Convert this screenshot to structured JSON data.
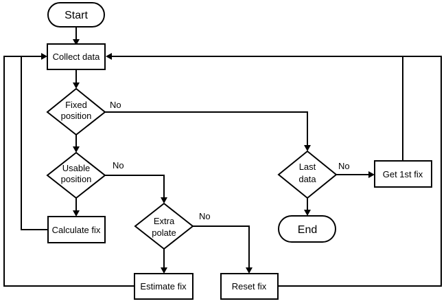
{
  "nodes": {
    "start": "Start",
    "collect": "Collect data",
    "fixed": [
      "Fixed",
      "position"
    ],
    "usable": [
      "Usable",
      "position"
    ],
    "calculate": "Calculate fix",
    "extrapolate": [
      "Extra",
      "polate"
    ],
    "estimate": "Estimate fix",
    "reset": "Reset fix",
    "last": [
      "Last",
      "data"
    ],
    "first_fix": "Get 1st fix",
    "end": "End"
  },
  "edge_labels": {
    "fixed_no": "No",
    "usable_no": "No",
    "extrapolate_no": "No",
    "last_no": "No"
  }
}
